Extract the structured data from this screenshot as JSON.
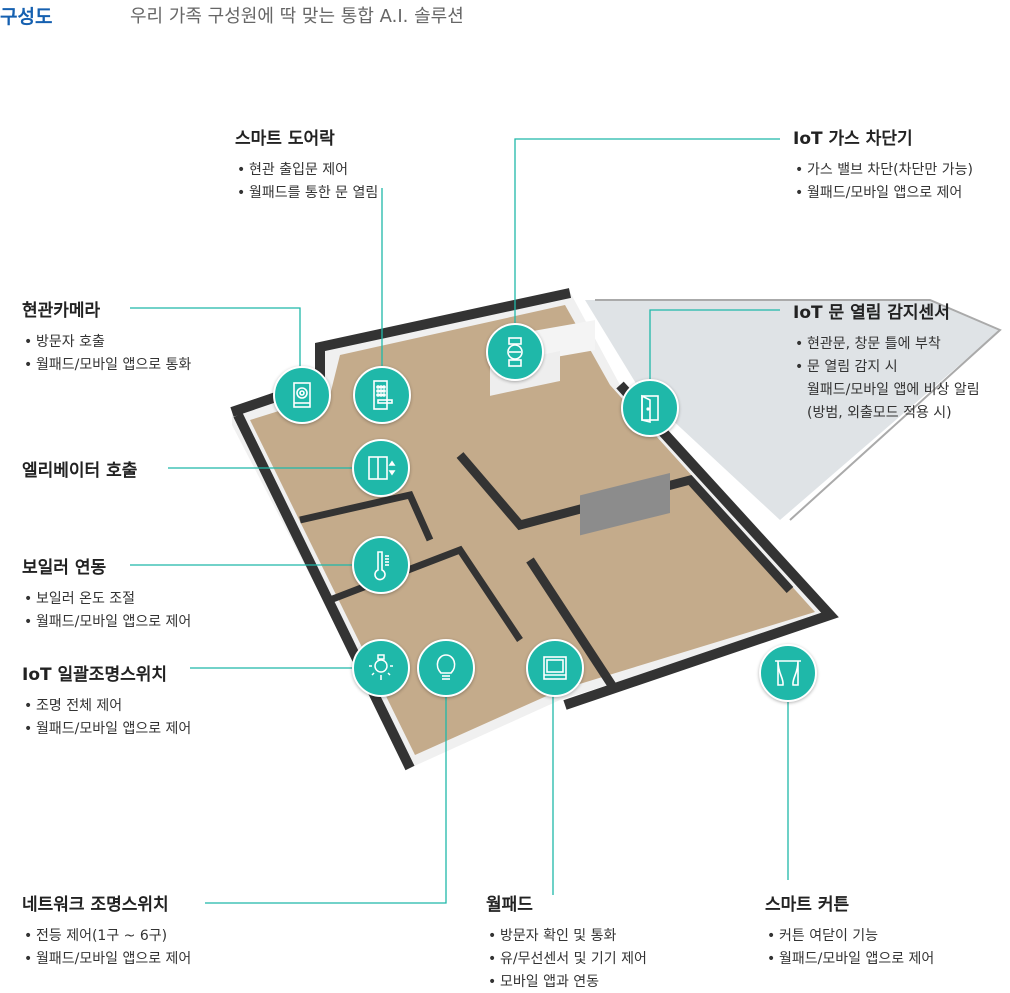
{
  "header": {
    "title": "구성도",
    "subtitle": "우리 가족 구성원에 딱 맞는 통합 A.I. 솔루션"
  },
  "accent_color": "#1fb8a9",
  "features": {
    "doorlock": {
      "title": "스마트 도어락",
      "items": [
        "현관 출입문 제어",
        "월패드를 통한 문 열림"
      ]
    },
    "gas": {
      "title": "IoT 가스 차단기",
      "items": [
        "가스 밸브 차단(차단만 가능)",
        "월패드/모바일 앱으로 제어"
      ]
    },
    "camera": {
      "title": "현관카메라",
      "items": [
        "방문자 호출",
        "월패드/모바일 앱으로 통화"
      ]
    },
    "door_sensor": {
      "title": "IoT 문 열림 감지센서",
      "items": [
        "현관문, 창문 틀에 부착",
        "문 열림 감지 시",
        "월패드/모바일 앱에 비상 알림",
        "(방범, 외출모드 적용 시)"
      ]
    },
    "elevator": {
      "title": "엘리베이터 호출"
    },
    "boiler": {
      "title": "보일러 연동",
      "items": [
        "보일러 온도 조절",
        "월패드/모바일 앱으로 제어"
      ]
    },
    "light_switch": {
      "title": "IoT 일괄조명스위치",
      "items": [
        "조명 전체 제어",
        "월패드/모바일 앱으로 제어"
      ]
    },
    "network_light": {
      "title": "네트워크 조명스위치",
      "items": [
        "전등 제어(1구 ~ 6구)",
        "월패드/모바일 앱으로 제어"
      ]
    },
    "wallpad": {
      "title": "월패드",
      "items": [
        "방문자 확인 및 통화",
        "유/무선센서 및 기기 제어",
        "모바일 앱과 연동"
      ]
    },
    "curtain": {
      "title": "스마트 커튼",
      "items": [
        "커튼 여닫이 기능",
        "월패드/모바일 앱으로 제어"
      ]
    }
  }
}
